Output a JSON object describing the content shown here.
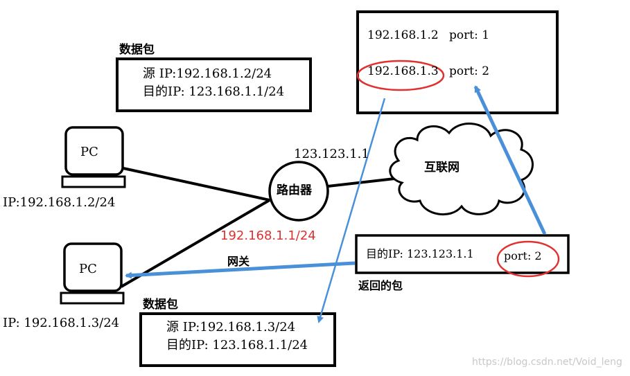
{
  "nat_table": {
    "rows": [
      {
        "ip": "192.168.1.2",
        "port": "port: 1"
      },
      {
        "ip": "192.168.1.3",
        "port": "port: 2"
      }
    ]
  },
  "outgoing_packet": {
    "caption": "数据包",
    "src": "源 IP:192.168.1.2/24",
    "dst": "目的IP:  123.168.1.1/24"
  },
  "pc1": {
    "label": "PC",
    "ip": "IP:192.168.1.2/24"
  },
  "pc2": {
    "label": "PC",
    "ip": "IP: 192.168.1.3/24"
  },
  "router": {
    "label": "路由器",
    "wan_ip": "123.123.1.1",
    "lan_ip": "192.168.1.1/24",
    "gateway_label": "网关"
  },
  "internet": {
    "label": "互联网"
  },
  "return_packet": {
    "dst": "目的IP:  123.123.1.1",
    "port": "port: 2",
    "caption": "返回的包"
  },
  "second_packet": {
    "caption": "数据包",
    "src": "源 IP:192.168.1.3/24",
    "dst": "目的IP:  123.168.1.1/24"
  },
  "watermark": "https://blog.csdn.net/Void_leng",
  "colors": {
    "ink": "#000000",
    "arrow": "#4a90d9",
    "highlight": "#e03030",
    "lan_ip": "#e03030",
    "watermark": "#c8c8c8"
  }
}
